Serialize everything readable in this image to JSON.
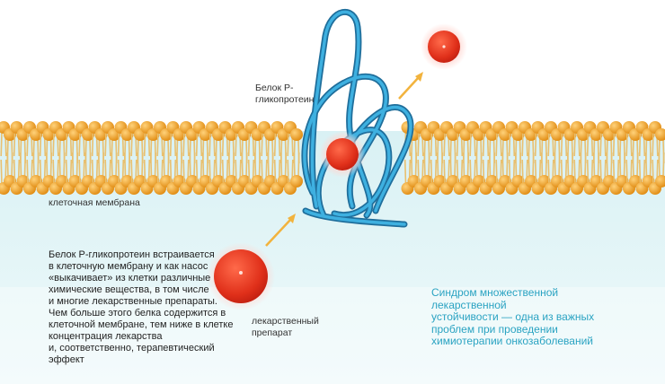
{
  "labels": {
    "protein": "Белок Р-гликопротеин",
    "membrane": "клеточная мембрана",
    "drug": "лекарственный препарат"
  },
  "description": "Белок Р-гликопротеин встраивается\nв клеточную мембрану и как насос\n«выкачивает» из клетки различные\nхимические вещества, в том числе\nи многие лекарственные препараты.\nЧем больше этого белка содержится в\nклеточной мембране, тем ниже в клетке\nконцентрация лекарства\nи, соответственно, терапевтический\nэффект",
  "syndrome_note": "Синдром множественной\nлекарственной\nустойчивости — одна из важных\nпроблем при проведении\nхимиотерапии онкозаболеваний",
  "colors": {
    "lipid_head": "#f0a020",
    "lipid_tail": "#e8c070",
    "cytoplasm": "#c9e9ee",
    "protein": "#2a8fc4",
    "drug": "#e8321e",
    "arrow": "#f2b33d",
    "accent_text": "#2aa3c2"
  }
}
